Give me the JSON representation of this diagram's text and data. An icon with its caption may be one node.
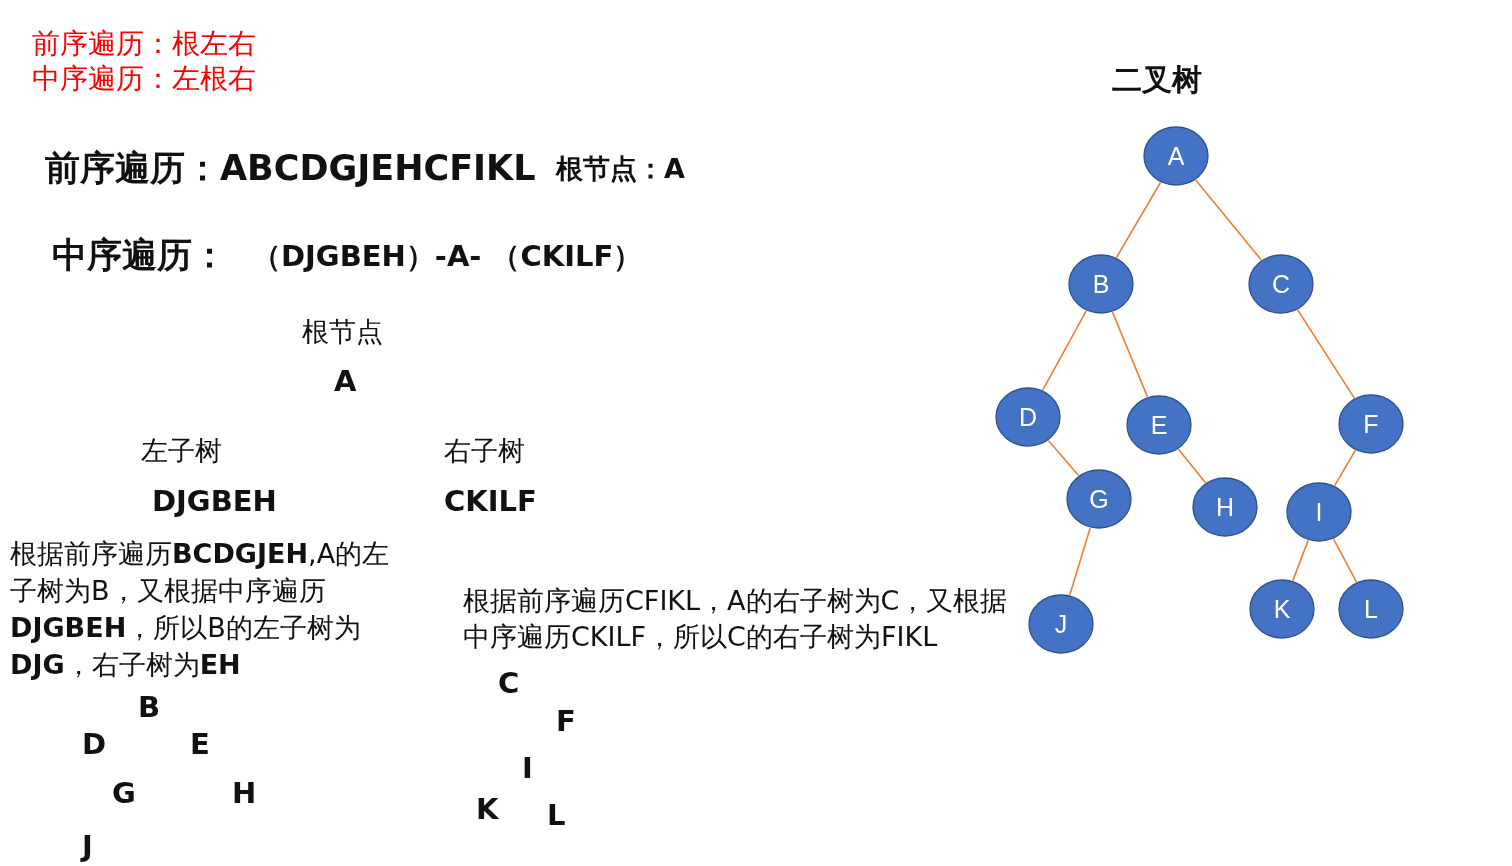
{
  "diagram": {
    "title": "二叉树",
    "nodes": [
      {
        "text": [
          "A"
        ]
      },
      {
        "text": [
          "B"
        ]
      },
      {
        "text": [
          "C"
        ]
      },
      {
        "text": [
          "D"
        ]
      },
      {
        "text": [
          "E"
        ]
      },
      {
        "text": [
          "F"
        ]
      },
      {
        "text": [
          "G"
        ]
      },
      {
        "text": [
          "H"
        ]
      },
      {
        "text": [
          "I"
        ]
      },
      {
        "text": [
          "J"
        ]
      },
      {
        "text": [
          "K"
        ]
      },
      {
        "text": [
          "L"
        ]
      }
    ],
    "edges": [
      {
        "from": 0,
        "to": 1,
        "arrow": "none"
      },
      {
        "from": 0,
        "to": 2,
        "arrow": "none"
      },
      {
        "from": 1,
        "to": 3,
        "arrow": "none"
      },
      {
        "from": 1,
        "to": 4,
        "arrow": "none"
      },
      {
        "from": 2,
        "to": 5,
        "arrow": "none"
      },
      {
        "from": 3,
        "to": 6,
        "arrow": "none"
      },
      {
        "from": 4,
        "to": 7,
        "arrow": "none"
      },
      {
        "from": 5,
        "to": 8,
        "arrow": "none"
      },
      {
        "from": 6,
        "to": 9,
        "arrow": "none"
      },
      {
        "from": 8,
        "to": 10,
        "arrow": "none"
      },
      {
        "from": 8,
        "to": 11,
        "arrow": "none"
      }
    ],
    "labels": [
      "前序遍历：根左右",
      "中序遍历：左根右",
      "前序遍历：ABCDGJEHCFIKL",
      "根节点：A",
      "中序遍历：",
      "（DJGBEH）-A- （CKILF）",
      "根节点",
      "A",
      "左子树",
      "右子树",
      "DJGBEH",
      "CKILF",
      "根据前序遍历**BCDGJEH**,A的左子树为B，又根据中序遍历**DJGBEH**，所以B的左子树为**DJG**，右子树为**EH**",
      "根据前序遍历CFIKL，A的右子树为C，又根据中序遍历CKILF，所以C的右子树为FIKL",
      "B",
      "D",
      "E",
      "G",
      "H",
      "J",
      "C",
      "F",
      "I",
      "K",
      "L"
    ]
  }
}
